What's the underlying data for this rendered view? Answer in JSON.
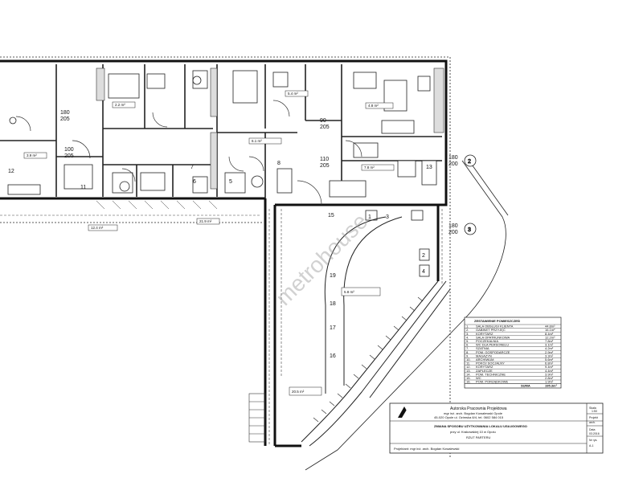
{
  "watermark": "metrohouse",
  "room_labels": {
    "r1": "180",
    "r2": "205",
    "r3": "100",
    "r4": "205",
    "r5": "90",
    "r6": "205",
    "r7": "110",
    "r8": "205",
    "r9": "180",
    "r10": "200",
    "r11": "180",
    "r12": "200",
    "r13": "15",
    "r14": "13",
    "r15": "1",
    "r16": "3",
    "r17": "19",
    "r18": "18",
    "r19": "17",
    "r20": "16",
    "r21": "2",
    "r22": "4",
    "r23": "7",
    "r24": "6",
    "r25": "5",
    "r26": "8",
    "r27": "12",
    "r28": "11"
  },
  "room_codes": {
    "c1": "2.2 m²",
    "c2": "5.4 m²",
    "c3": "4.8 m²",
    "c4": "3.9 m²",
    "c5": "6.1 m²",
    "c6": "7.8 m²",
    "c7": "12.4 m²",
    "c8": "21.9 m²",
    "c9": "5.8 m²",
    "c10": "20.5 m²"
  },
  "legend": {
    "title": "ZESTAWIENIE POMIESZCZEŃ",
    "rows": [
      {
        "no": "1.",
        "name": "SALA OBSŁUGI KLIENTA",
        "area": "44.8m²"
      },
      {
        "no": "2.",
        "name": "GABINET PRZYJĘĆ",
        "area": "16.1m²"
      },
      {
        "no": "3.",
        "name": "KORYTARZ",
        "area": "8.4m²"
      },
      {
        "no": "4.",
        "name": "SALA OPATRUNKOWA",
        "area": "12.2m²"
      },
      {
        "no": "5.",
        "name": "POCZEKALNIA",
        "area": "7.8m²"
      },
      {
        "no": "6.",
        "name": "WC DLA PERSONELU",
        "area": "3.1m²"
      },
      {
        "no": "7.",
        "name": "SZATNIA",
        "area": "4.2m²"
      },
      {
        "no": "8.",
        "name": "POM. GOSPODARCZE",
        "area": "2.9m²"
      },
      {
        "no": "9.",
        "name": "MAGAZYN",
        "area": "3.3m²"
      },
      {
        "no": "10.",
        "name": "ARCHIWUM",
        "area": "5.6m²"
      },
      {
        "no": "11.",
        "name": "POKÓJ SOCJALNY",
        "area": "6.8m²"
      },
      {
        "no": "12.",
        "name": "KORYTARZ",
        "area": "9.4m²"
      },
      {
        "no": "13.",
        "name": "ZAPLECZE",
        "area": "4.4m²"
      },
      {
        "no": "14.",
        "name": "POM. TECHNICZNE",
        "area": "3.9m²"
      },
      {
        "no": "15.",
        "name": "WC",
        "area": "2.8m²"
      },
      {
        "no": "16.",
        "name": "POM. PORZĄDKOWE",
        "area": "1.9m²"
      }
    ],
    "sum_label": "SUMA",
    "sum_value": "195.3m²"
  },
  "title_block": {
    "studio": "Autorska Pracownia Projektowa",
    "author": "mgr inż. arch. Bogdan Kowalewski Opole",
    "address": "45-020 Opole ul. Ozimska 8/4, tel. 0602 584 015",
    "project": "ZMIANA SPOSOBU UŻYTKOWANIA LOKALU USŁUGOWEGO",
    "location": "przy ul. Krakowskiej 10 w Opolu",
    "sheet": "RZUT PARTERU",
    "side_a": "Skala",
    "side_b": "1:50",
    "side_c": "Projekt",
    "side_d": "arch.",
    "side_e": "Data",
    "side_f": "03.2016",
    "side_g": "Nr rys.",
    "side_h": "A-1",
    "bottom": "Projektant: mgr inż. arch. Bogdan Kowalewski"
  },
  "compass": {
    "n1": "2",
    "n2": "3"
  }
}
